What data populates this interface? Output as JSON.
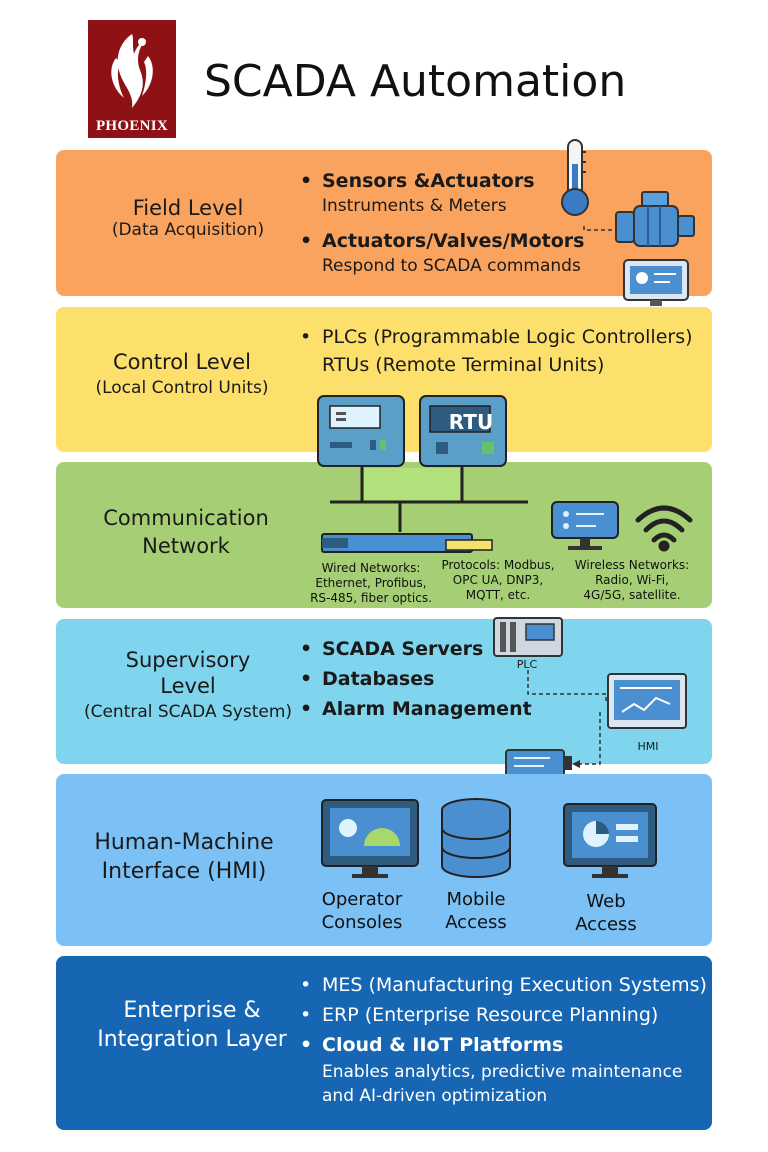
{
  "brand": {
    "logo_text": "PHOENIX"
  },
  "title": "SCADA Automation",
  "field": {
    "title": "Field Level",
    "subtitle": "(Data Acquisition)",
    "b1": "Sensors &Actuators",
    "d1": "Instruments & Meters",
    "b2": "Actuators/Valves/Motors",
    "d2": "Respond to SCADA commands"
  },
  "control": {
    "title": "Control Level",
    "subtitle": "(Local Control Units)",
    "b1": "PLCs (Programmable Logic Controllers)",
    "b2": "RTUs (Remote Terminal Units)",
    "rtu_label": "RTU"
  },
  "comm": {
    "title_1": "Communication",
    "title_2": "Network",
    "wired": [
      "Wired Networks:",
      "Ethernet, Profibus,",
      "RS-485, fiber optics."
    ],
    "protocols": [
      "Protocols: Modbus,",
      "OPC UA, DNP3,",
      "MQTT, etc."
    ],
    "wireless": [
      "Wireless Networks:",
      "Radio, Wi-Fi,",
      "4G/5G, satellite."
    ]
  },
  "supervisory": {
    "title_1": "Supervisory",
    "title_2": "Level",
    "subtitle": "(Central SCADA System)",
    "b1": "SCADA Servers",
    "b2": "Databases",
    "b3": "Alarm Management",
    "plc_label": "PLC",
    "hmi_label": "HMI"
  },
  "hmi": {
    "title_1": "Human-Machine",
    "title_2": "Interface (HMI)",
    "c1a": "Operator",
    "c1b": "Consoles",
    "c2a": "Mobile",
    "c2b": "Access",
    "c3a": "Web",
    "c3b": "Access"
  },
  "enterprise": {
    "title_1": "Enterprise &",
    "title_2": "Integration Layer",
    "b1": "MES (Manufacturing Execution Systems)",
    "b2": "ERP (Enterprise Resource Planning)",
    "b3": "Cloud & IIoT Platforms",
    "d1": "Enables analytics, predictive maintenance",
    "d2": "and AI-driven optimization"
  },
  "colors": {
    "field": "#f9a35e",
    "control": "#fddf6b",
    "comm": "#a6cf75",
    "supervisory": "#7fd4ee",
    "hmi": "#7cc1f5",
    "enterprise": "#1766b4",
    "logo": "#8e1116"
  }
}
